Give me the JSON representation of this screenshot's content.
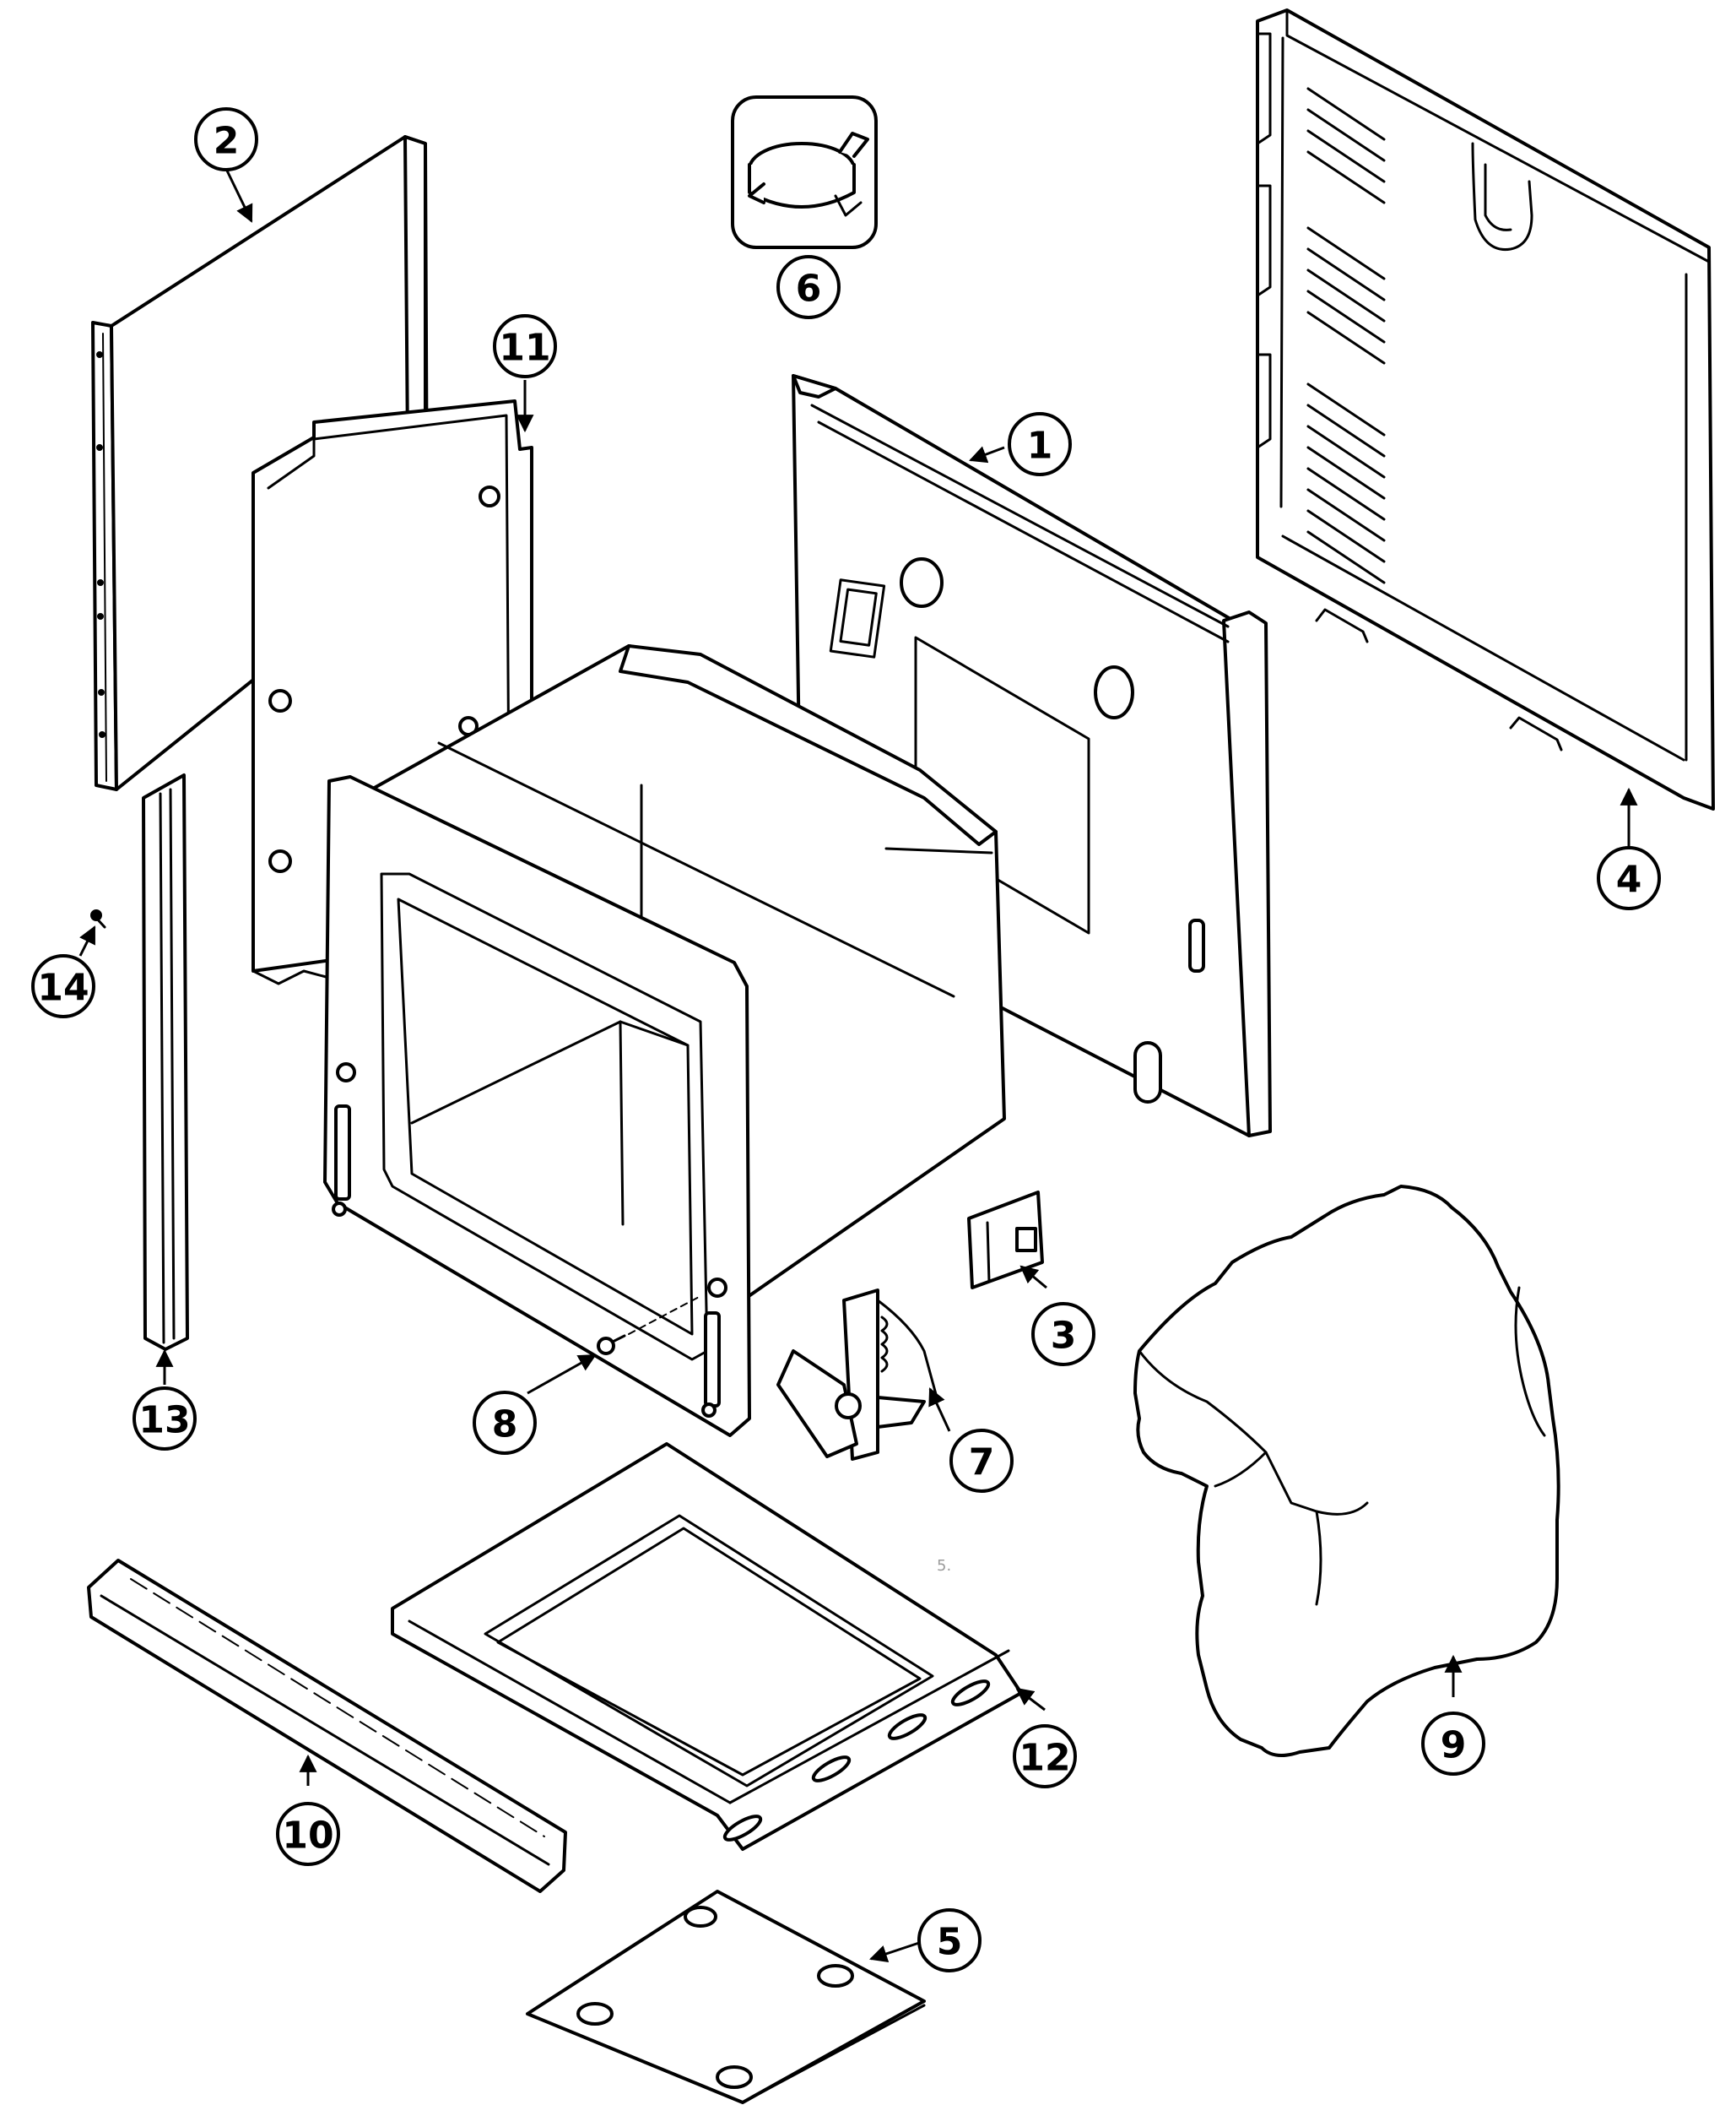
{
  "callouts": [
    {
      "id": "1",
      "label": "1"
    },
    {
      "id": "2",
      "label": "2"
    },
    {
      "id": "3",
      "label": "3"
    },
    {
      "id": "4",
      "label": "4"
    },
    {
      "id": "5",
      "label": "5"
    },
    {
      "id": "6",
      "label": "6"
    },
    {
      "id": "7",
      "label": "7"
    },
    {
      "id": "8",
      "label": "8"
    },
    {
      "id": "9",
      "label": "9"
    },
    {
      "id": "10",
      "label": "10"
    },
    {
      "id": "11",
      "label": "11"
    },
    {
      "id": "12",
      "label": "12"
    },
    {
      "id": "13",
      "label": "13"
    },
    {
      "id": "14",
      "label": "14"
    }
  ],
  "stray_mark": "5."
}
